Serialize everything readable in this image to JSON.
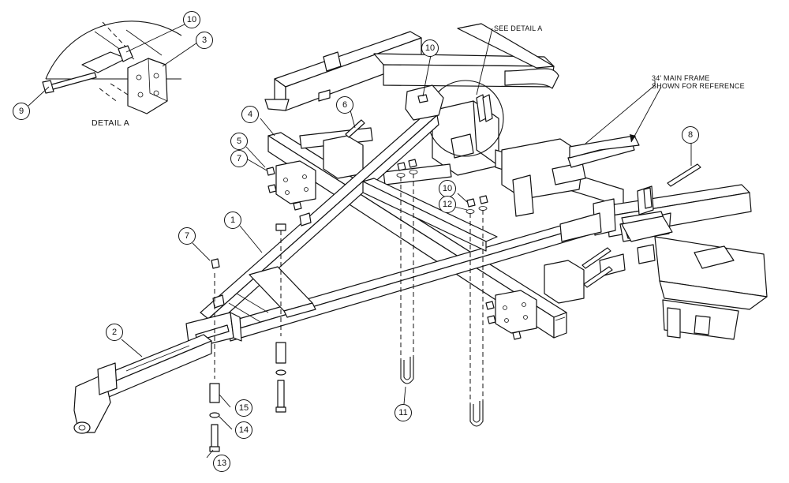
{
  "diagram": {
    "detail_caption": "DETAIL A",
    "see_detail_label": "SEE DETAIL A",
    "reference_note": [
      "34' MAIN FRAME",
      "SHOWN FOR REFERENCE"
    ],
    "callouts": {
      "c1": "1",
      "c2": "2",
      "c3": "3",
      "c4": "4",
      "c5": "5",
      "c6": "6",
      "c7a": "7",
      "c7b": "7",
      "c8": "8",
      "c9": "9",
      "c10a": "10",
      "c10b": "10",
      "c10c": "10",
      "c11": "11",
      "c12": "12",
      "c13": "13",
      "c14": "14",
      "c15": "15"
    }
  }
}
